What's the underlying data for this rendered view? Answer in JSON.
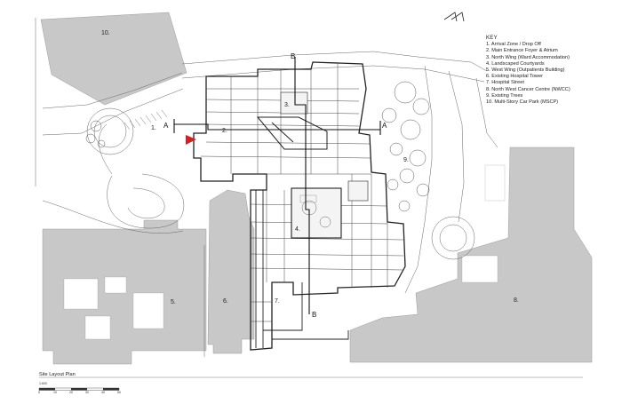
{
  "key": {
    "title": "KEY",
    "items": [
      "1. Arrival Zone / Drop Off",
      "2. Main Entrance Foyer & Atrium",
      "3. North Wing (Ward Accommodation)",
      "4. Landscaped Courtyards",
      "5. West Wing (Outpatients Building)",
      "6. Existing Hospital Tower",
      "7. Hospital Street",
      "8. North West Cancer Centre (NWCC)",
      "9. Existing Trees",
      "10. Multi-Story Car Park (MSCP)"
    ]
  },
  "plan_labels": {
    "l1": "1.",
    "l2": "2.",
    "l3": "3.",
    "l4": "4.",
    "l5": "5.",
    "l6": "6.",
    "l7": "7.",
    "l8": "8.",
    "l9": "9.",
    "l10": "10."
  },
  "section_markers": {
    "a_left": "A",
    "a_right": "A",
    "b_top": "B",
    "b_bottom": "B"
  },
  "caption": "Site Layout Plan",
  "scale_bar": {
    "title": "1:600",
    "ticks": [
      "0",
      "10",
      "20",
      "30",
      "40",
      "50"
    ]
  },
  "colors": {
    "existing_buildings": "#c8c8c8",
    "line": "#333333",
    "entrance_marker": "#d61f1f"
  }
}
